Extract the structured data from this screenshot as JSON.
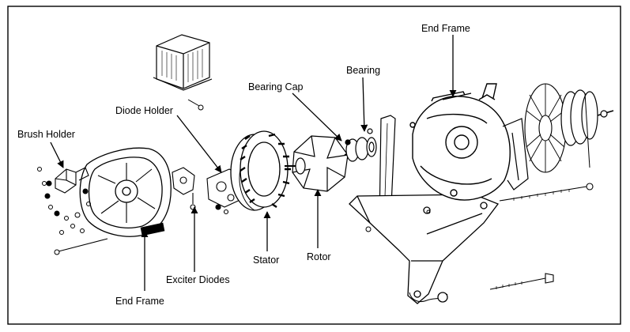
{
  "labels": {
    "brush_holder": "Brush Holder",
    "diode_holder": "Diode Holder",
    "bearing_cap": "Bearing Cap",
    "bearing": "Bearing",
    "end_frame_top": "End Frame",
    "end_frame_bottom": "End Frame",
    "exciter_diodes": "Exciter Diodes",
    "stator": "Stator",
    "rotor": "Rotor"
  }
}
